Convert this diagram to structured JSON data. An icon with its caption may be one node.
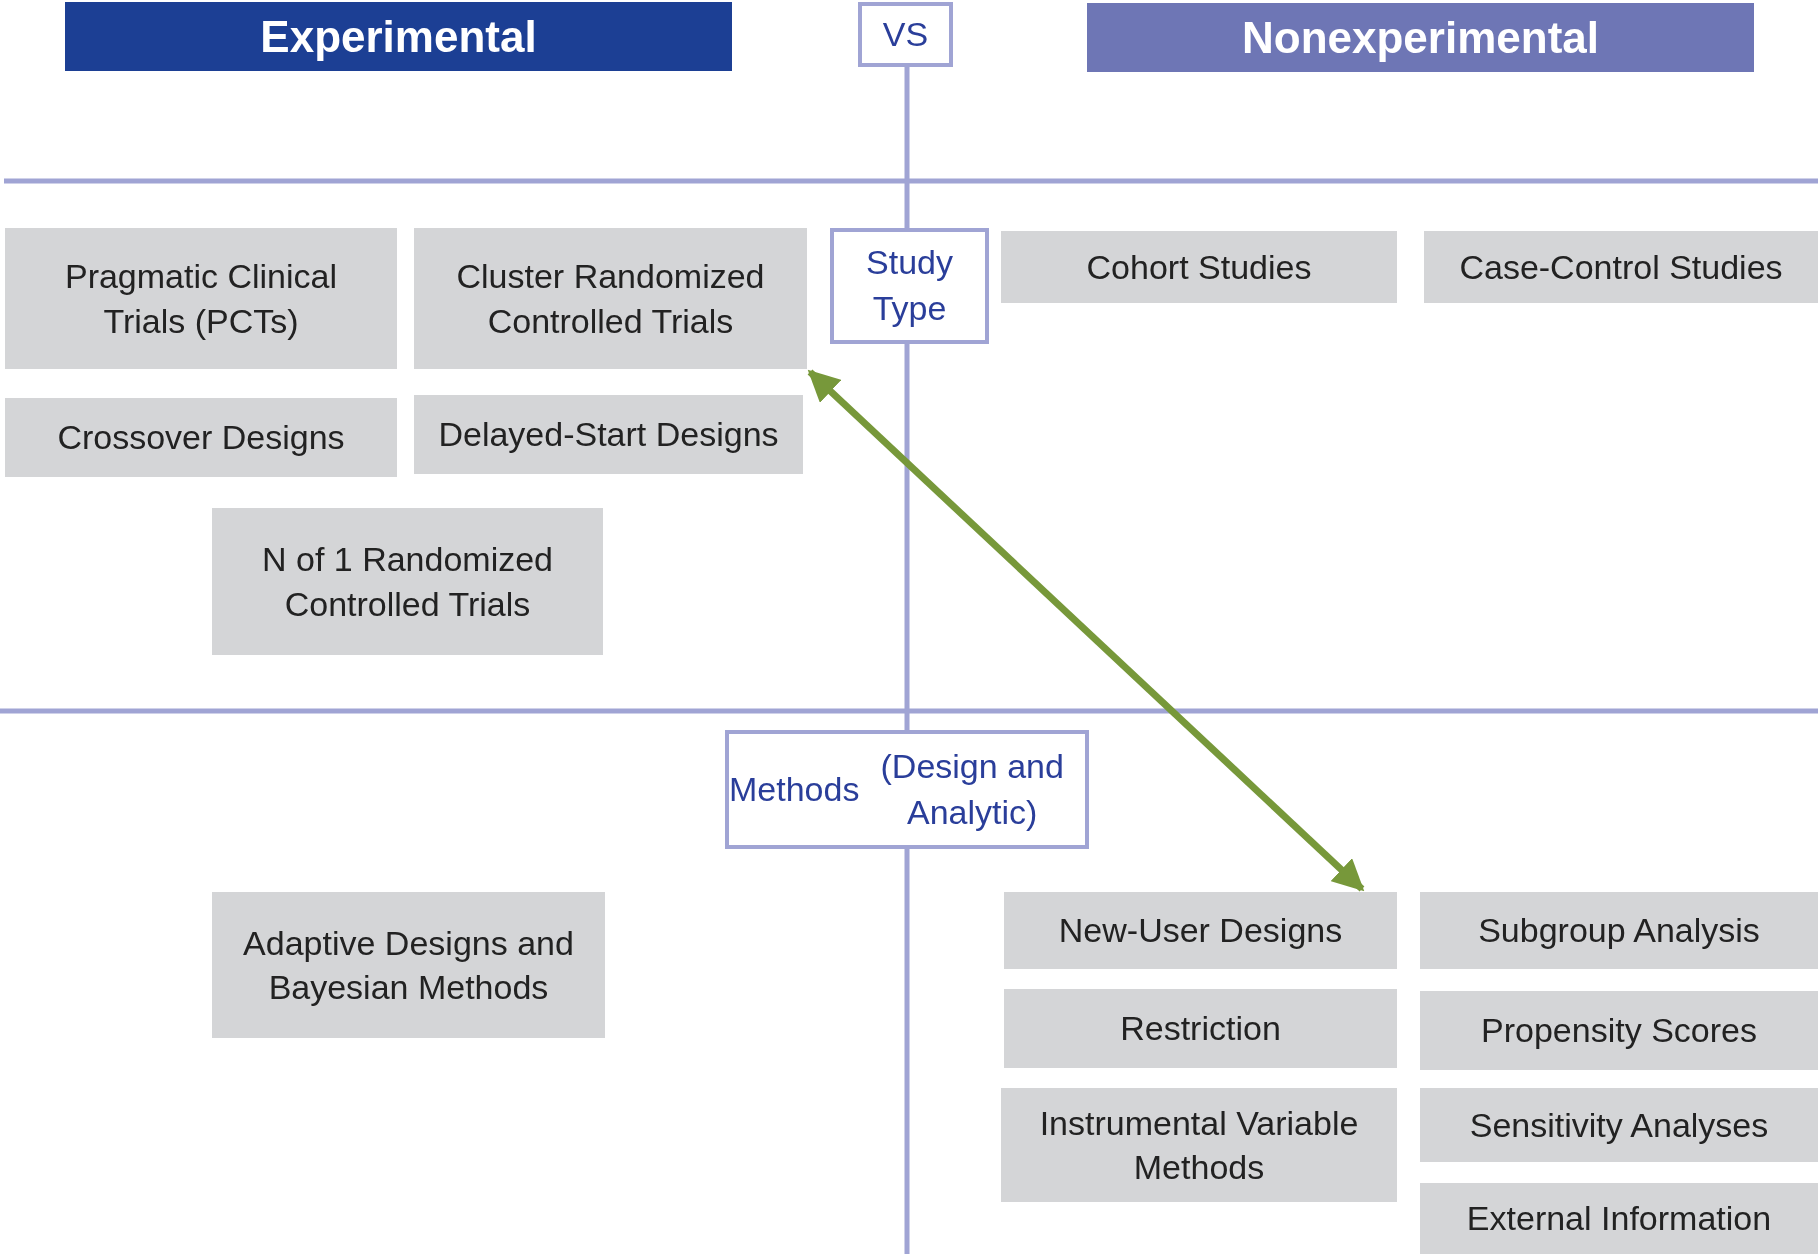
{
  "diagram": {
    "nodes": [
      {
        "text": [
          "Experimental"
        ]
      },
      {
        "text": [
          "VS"
        ]
      },
      {
        "text": [
          "Nonexperimental"
        ]
      },
      {
        "text": [
          "Pragmatic Clinical Trials (PCTs)"
        ]
      },
      {
        "text": [
          "Cluster Randomized Controlled Trials"
        ]
      },
      {
        "text": [
          "Study Type"
        ]
      },
      {
        "text": [
          "Cohort Studies"
        ]
      },
      {
        "text": [
          "Case-Control Studies"
        ]
      },
      {
        "text": [
          "Crossover Designs"
        ]
      },
      {
        "text": [
          "Delayed-Start Designs"
        ]
      },
      {
        "text": [
          "N of 1 Randomized Controlled Trials"
        ]
      },
      {
        "text": [
          "Methods",
          "(Design and Analytic)"
        ]
      },
      {
        "text": [
          "Adaptive Designs and Bayesian Methods"
        ]
      },
      {
        "text": [
          "New-User Designs"
        ]
      },
      {
        "text": [
          "Subgroup Analysis"
        ]
      },
      {
        "text": [
          "Restriction"
        ]
      },
      {
        "text": [
          "Propensity Scores"
        ]
      },
      {
        "text": [
          "Instrumental Variable Methods"
        ]
      },
      {
        "text": [
          "Sensitivity Analyses"
        ]
      },
      {
        "text": [
          "External Information"
        ]
      }
    ],
    "edges": [
      {
        "from": 4,
        "to": 13,
        "arrow": "both",
        "color": "#77983a"
      }
    ]
  }
}
